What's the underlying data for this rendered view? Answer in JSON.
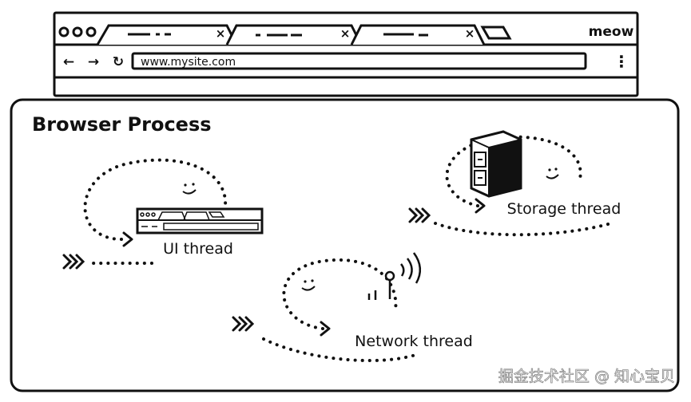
{
  "browser": {
    "buttons": [
      "●",
      "●",
      "●"
    ],
    "tabs": [
      {
        "close": "×"
      },
      {
        "close": "×"
      },
      {
        "close": "×"
      }
    ],
    "brand": "meow",
    "nav": {
      "back": "←",
      "forward": "→",
      "reload": "↻"
    },
    "url": "www.mysite.com",
    "menu": "⋮"
  },
  "process": {
    "title": "Browser Process",
    "threads": {
      "ui": "UI thread",
      "storage": "Storage thread",
      "network": "Network thread"
    }
  },
  "watermark": "掘金技术社区 @ 知心宝贝",
  "colors": {
    "ink": "#111111",
    "paper": "#ffffff"
  }
}
